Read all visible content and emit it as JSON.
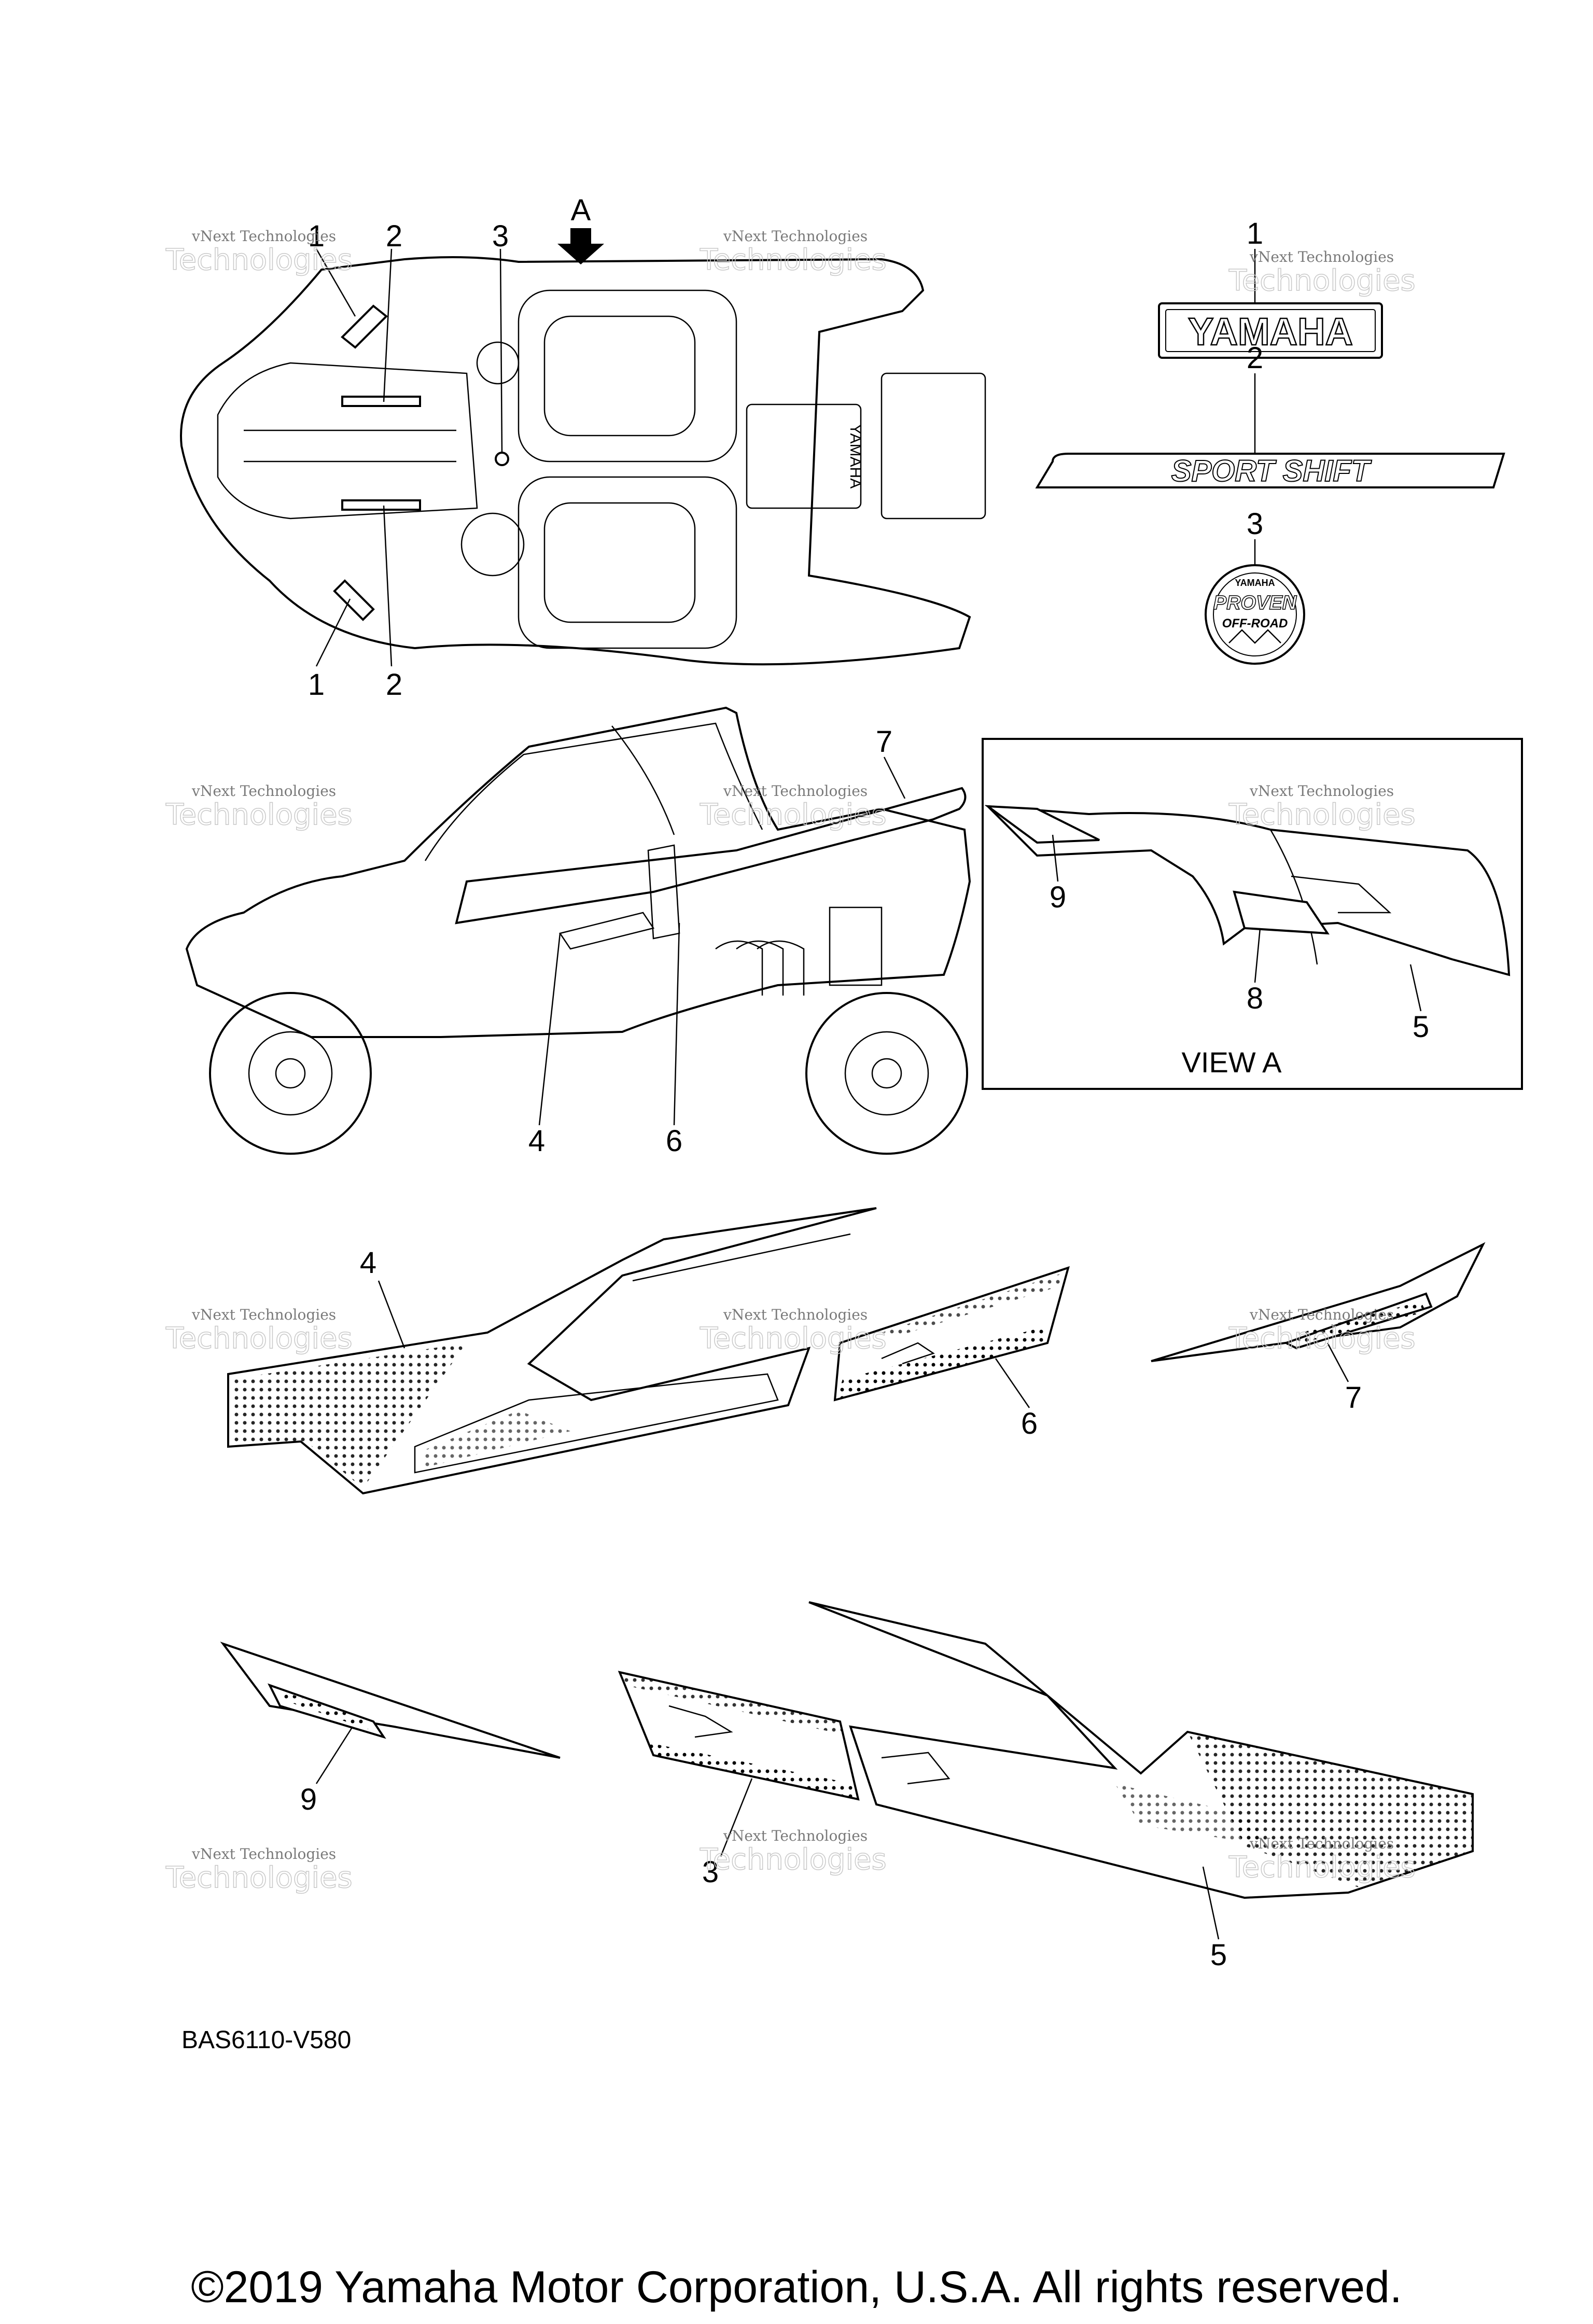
{
  "diagram": {
    "view_label": "VIEW A",
    "view_arrow_letter": "A",
    "drawing_code": "BAS6110-V580",
    "copyright": "©2019 Yamaha Motor Corporation, U.S.A. All rights reserved.",
    "watermark_line1": "vNext",
    "watermark_line2": "vNext Technologies",
    "watermark_big": "Technologies",
    "decal_texts": {
      "yamaha": "YAMAHA",
      "sport_shift": "SPORT SHIFT",
      "badge_top": "YAMAHA",
      "badge_main1": "PROVEN",
      "badge_main2": "OFF-ROAD"
    },
    "callouts": {
      "top_1a": "1",
      "top_2a": "2",
      "top_3": "3",
      "top_1b": "1",
      "top_2b": "2",
      "r_1": "1",
      "r_2": "2",
      "r_3": "3",
      "side_7": "7",
      "side_4": "4",
      "side_6": "6",
      "va_9": "9",
      "va_8": "8",
      "va_5": "5",
      "d_4": "4",
      "d_6": "6",
      "d_7": "7",
      "d_9": "9",
      "d_3": "3",
      "d_5": "5"
    },
    "colors": {
      "line": "#000000",
      "background": "#ffffff",
      "watermark": "#7a7a7a"
    }
  }
}
